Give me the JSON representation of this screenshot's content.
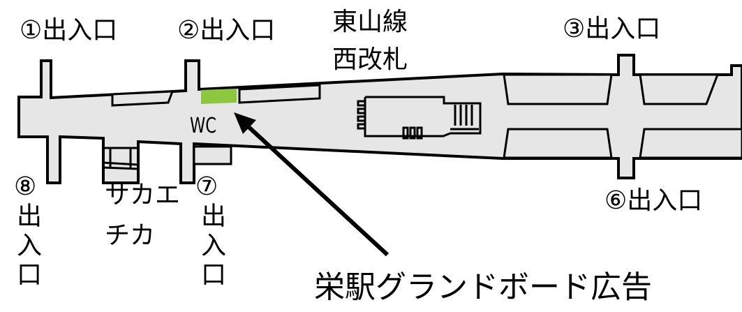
{
  "title": "栄駅グランドボード広告",
  "labels": {
    "exit1": "①出入口",
    "exit2": "②出入口",
    "exit3": "③出入口",
    "exit6": "⑥出入口",
    "exit7_num": "⑦",
    "exit7_text": "出入口",
    "exit8_num": "⑧",
    "exit8_text": "出入口",
    "gate_line1": "東山線",
    "gate_line2": "西改札",
    "sakaechika_line1": "サカエ",
    "sakaechika_line2": "チカ",
    "wc": "WC"
  },
  "colors": {
    "floor": "#e6e6e6",
    "ad_highlight": "#8dc63f",
    "outline": "#000000"
  }
}
